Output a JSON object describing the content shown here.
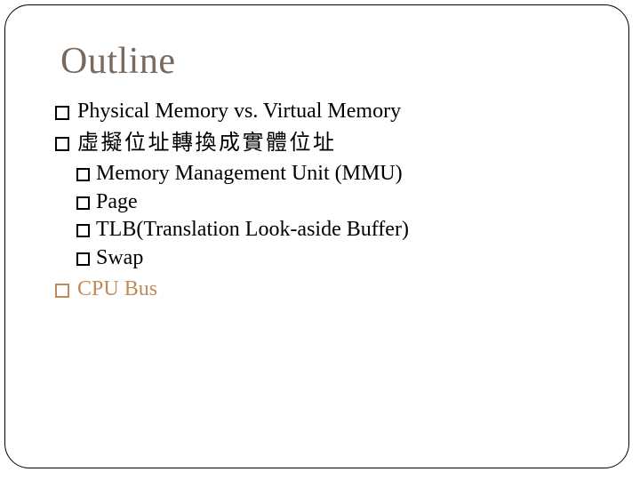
{
  "slide": {
    "title": "Outline",
    "bullets": [
      {
        "level": 1,
        "text": "Physical Memory vs. Virtual Memory"
      },
      {
        "level": 1,
        "text": "虛擬位址轉換成實體位址"
      },
      {
        "level": 2,
        "text": "Memory Management Unit (MMU)"
      },
      {
        "level": 2,
        "text": "Page"
      },
      {
        "level": 2,
        "text": "TLB(Translation Look-aside Buffer)"
      },
      {
        "level": 2,
        "text": "Swap"
      },
      {
        "level": 1,
        "text": "CPU Bus",
        "emphasis": "accent"
      }
    ],
    "colors": {
      "background": "#ffffff",
      "border": "#000000",
      "title": "#7a6a5e",
      "text": "#000000",
      "accent": "#bf8a5c"
    }
  }
}
